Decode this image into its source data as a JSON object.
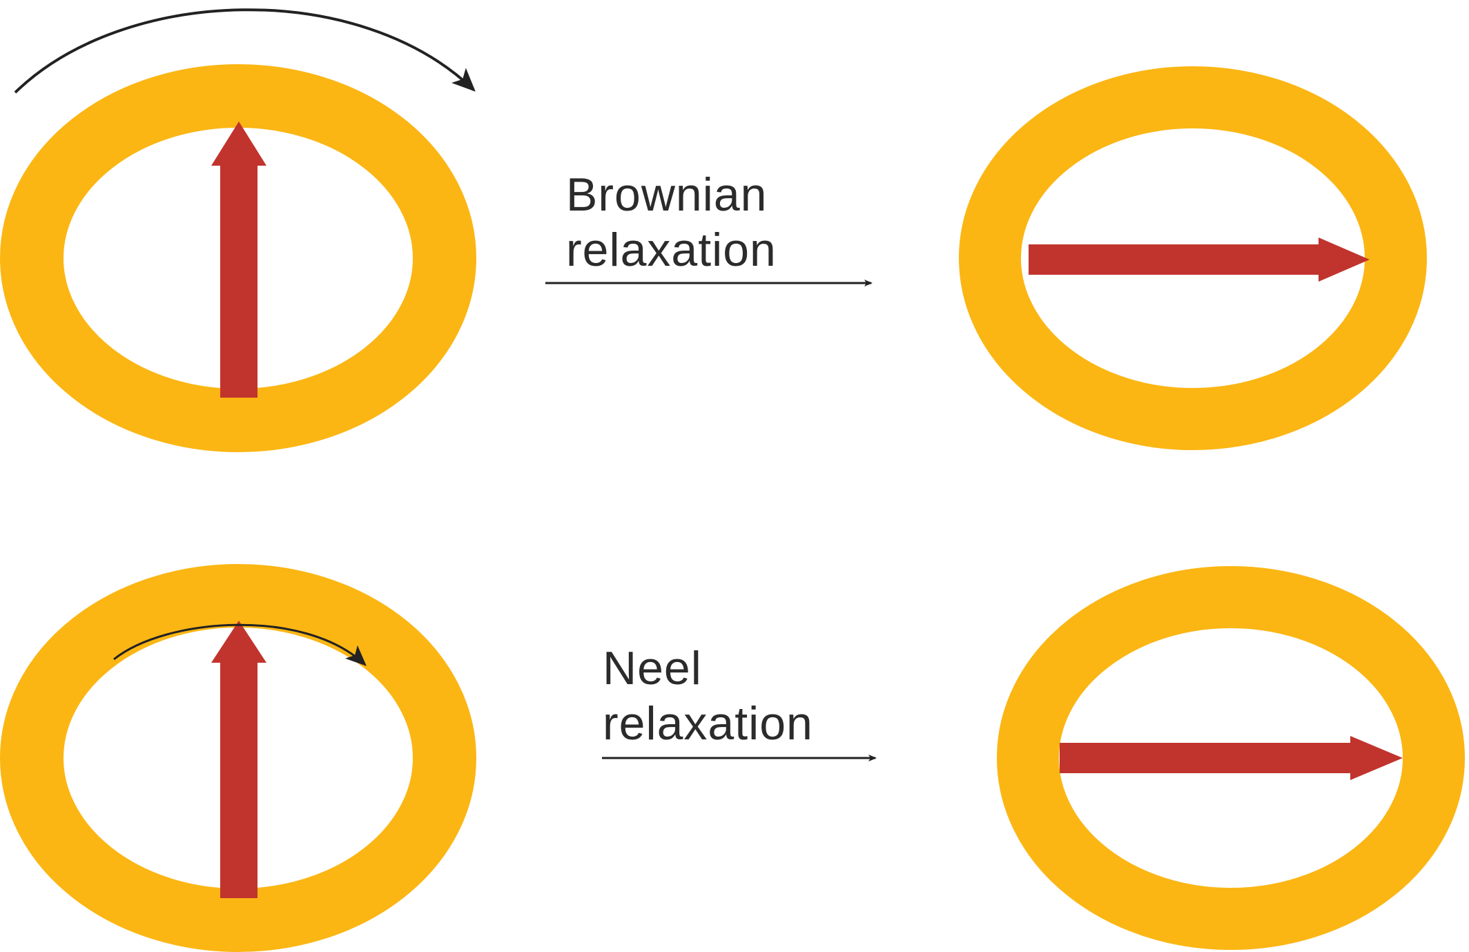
{
  "labels": {
    "brownian": {
      "line1": "Brownian",
      "line2": "relaxation"
    },
    "neel": {
      "line1": "Neel",
      "line2": "relaxation"
    }
  },
  "colors": {
    "ring": "#FBB614",
    "moment_arrow": "#C1342D",
    "process_arrow": "#222222",
    "text": "#2b2b2b",
    "background": "#ffffff"
  },
  "icons": {
    "particle": "ring-shell",
    "moment": "magnetic-moment-arrow",
    "rotation": "curved-rotation-arrow",
    "transition": "right-arrow"
  }
}
